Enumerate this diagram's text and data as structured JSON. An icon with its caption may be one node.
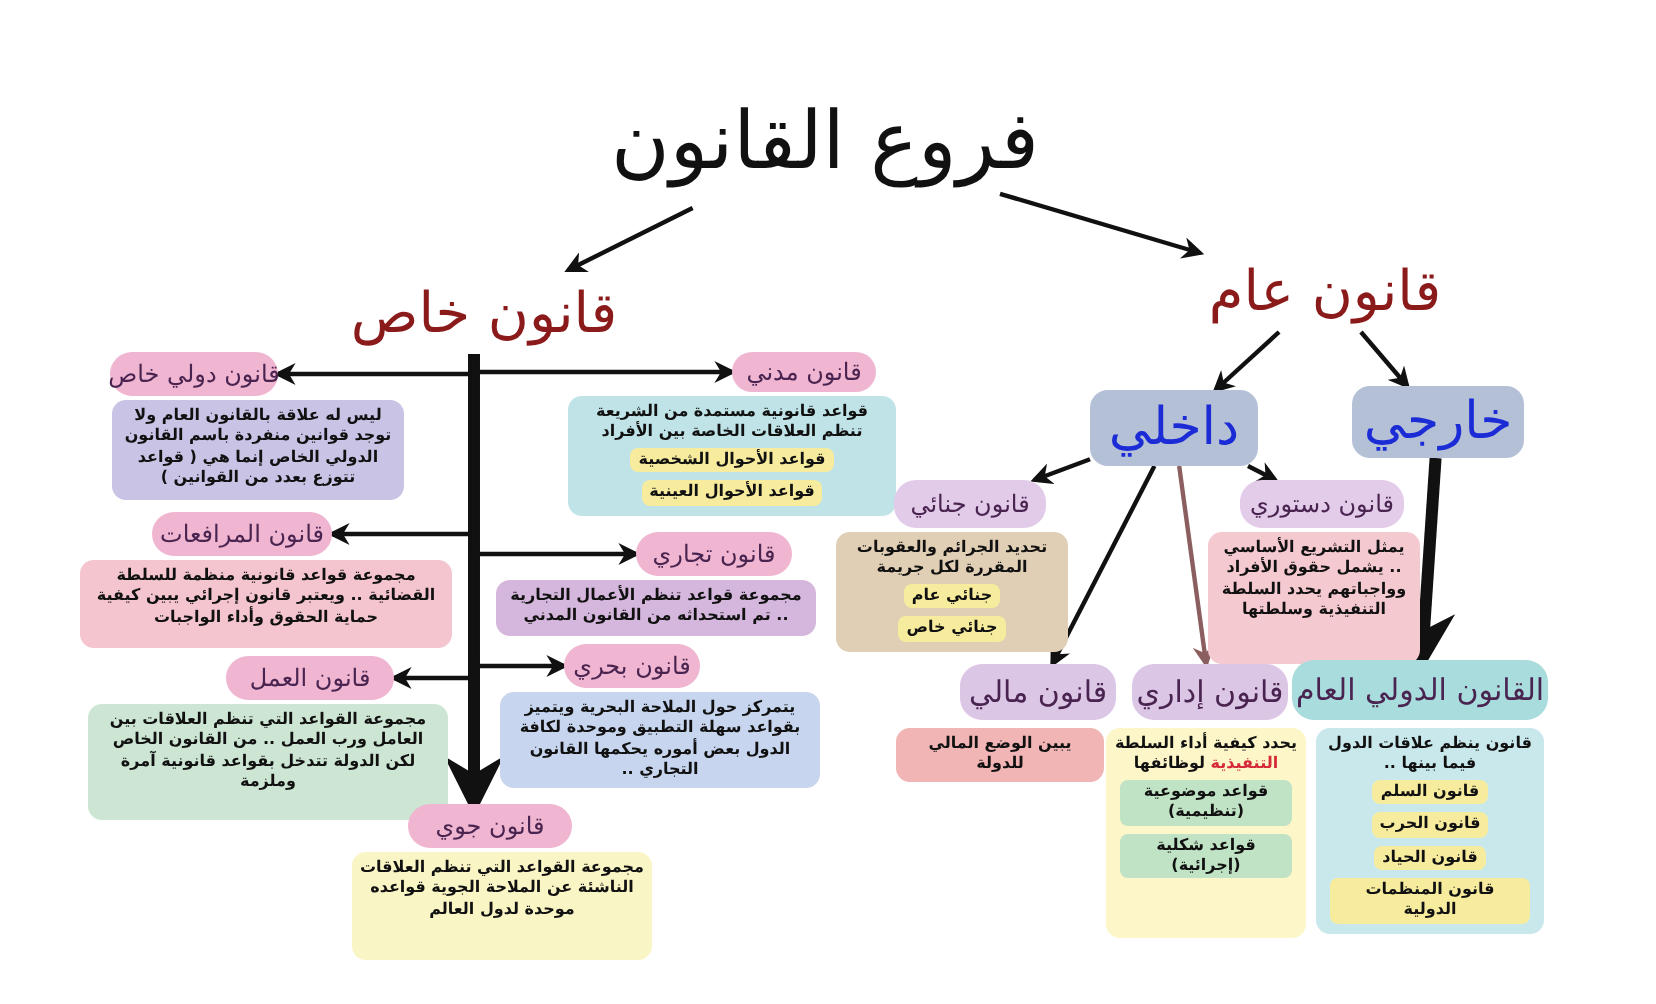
{
  "diagram": {
    "nodes": [
      {
        "text": [
          "فروع القانون"
        ]
      },
      {
        "text": [
          "قانون خاص"
        ]
      },
      {
        "text": [
          "قانون عام"
        ]
      },
      {
        "text": [
          "خارجي"
        ]
      },
      {
        "text": [
          "داخلي"
        ]
      },
      {
        "text": [
          "قانون دستوري"
        ]
      },
      {
        "text": [
          "يمثل التشريع الأساسي .. يشمل حقوق الأفراد وواجباتهم يحدد السلطة التنفيذية وسلطتها"
        ]
      },
      {
        "text": [
          "قانون جنائي"
        ]
      },
      {
        "text": [
          "تحديد الجرائم والعقوبات المقررة لكل جريمة"
        ]
      },
      {
        "text": [
          "جنائي عام"
        ],
        "in": 8
      },
      {
        "text": [
          "جنائي خاص"
        ],
        "in": 8
      },
      {
        "text": [
          "قانون مالي"
        ]
      },
      {
        "text": [
          "يبين الوضع المالي للدولة"
        ]
      },
      {
        "text": [
          "قانون إداري"
        ]
      },
      {
        "text": [
          "يحدد كيفية أداء السلطة **التنفيذية** لوظائفها"
        ]
      },
      {
        "text": [
          "قواعد موضوعية (تنظيمية)"
        ],
        "in": 14
      },
      {
        "text": [
          "قواعد شكلية (إجرائية)"
        ],
        "in": 14
      },
      {
        "text": [
          "القانون الدولي العام"
        ]
      },
      {
        "text": [
          "قانون ينظم علاقات الدول فيما بينها .."
        ]
      },
      {
        "text": [
          "قانون السلم"
        ],
        "in": 18
      },
      {
        "text": [
          "قانون الحرب"
        ],
        "in": 18
      },
      {
        "text": [
          "قانون الحياد"
        ],
        "in": 18
      },
      {
        "text": [
          "قانون المنظمات الدولية"
        ],
        "in": 18
      },
      {
        "text": [
          "قانون مدني"
        ]
      },
      {
        "text": [
          "قواعد قانونية مستمدة من الشريعة تنظم العلاقات الخاصة بين الأفراد"
        ]
      },
      {
        "text": [
          "قواعد الأحوال الشخصية"
        ],
        "in": 24
      },
      {
        "text": [
          "قواعد الأحوال العينية"
        ],
        "in": 24
      },
      {
        "text": [
          "قانون دولي خاص"
        ]
      },
      {
        "text": [
          "ليس له علاقة بالقانون العام ولا توجد قوانين منفردة باسم القانون الدولي الخاص إنما هي ( قواعد تتوزع بعدد من القوانين )"
        ]
      },
      {
        "text": [
          "قانون تجاري"
        ]
      },
      {
        "text": [
          "مجموعة قواعد تنظم الأعمال التجارية .. تم استحداثه من القانون المدني"
        ]
      },
      {
        "text": [
          "قانون المرافعات"
        ]
      },
      {
        "text": [
          "مجموعة قواعد قانونية منظمة للسلطة القضائية .. ويعتبر قانون إجرائي يبين كيفية حماية الحقوق وأداء الواجبات"
        ]
      },
      {
        "text": [
          "قانون بحري"
        ]
      },
      {
        "text": [
          "يتمركز حول الملاحة البحرية ويتميز بقواعد سهلة التطبيق وموحدة لكافة الدول بعض أموره يحكمها القانون التجاري .."
        ]
      },
      {
        "text": [
          "قانون العمل"
        ]
      },
      {
        "text": [
          "مجموعة القواعد التي تنظم العلاقات بين العامل ورب العمل .. من القانون الخاص لكن الدولة تتدخل بقواعد قانونية آمرة وملزمة"
        ]
      },
      {
        "text": [
          "قانون جوي"
        ]
      },
      {
        "text": [
          "مجموعة القواعد التي تنظم العلاقات الناشئة عن الملاحة الجوية قواعده موحدة لدول العالم"
        ]
      }
    ],
    "edges": [
      {
        "from": 0,
        "to": 1,
        "arrow": "to"
      },
      {
        "from": 0,
        "to": 2,
        "arrow": "to"
      },
      {
        "from": 2,
        "to": 4,
        "arrow": "to"
      },
      {
        "from": 2,
        "to": 3,
        "arrow": "to"
      },
      {
        "from": 3,
        "to": 17,
        "arrow": "to",
        "style": "thick"
      },
      {
        "from": 4,
        "to": 7,
        "arrow": "to"
      },
      {
        "from": 4,
        "to": 5,
        "arrow": "to"
      },
      {
        "from": 4,
        "to": 11,
        "arrow": "to"
      },
      {
        "from": 4,
        "to": 13,
        "arrow": "to",
        "color": "#8b5f5f"
      },
      {
        "from": 1,
        "to": 37,
        "arrow": "to",
        "style": "thick"
      },
      {
        "from": 1,
        "to": 27,
        "arrow": "to"
      },
      {
        "from": 1,
        "to": 23,
        "arrow": "to"
      },
      {
        "from": 1,
        "to": 31,
        "arrow": "to"
      },
      {
        "from": 1,
        "to": 29,
        "arrow": "to"
      },
      {
        "from": 1,
        "to": 35,
        "arrow": "to"
      },
      {
        "from": 1,
        "to": 33,
        "arrow": "to"
      }
    ]
  }
}
